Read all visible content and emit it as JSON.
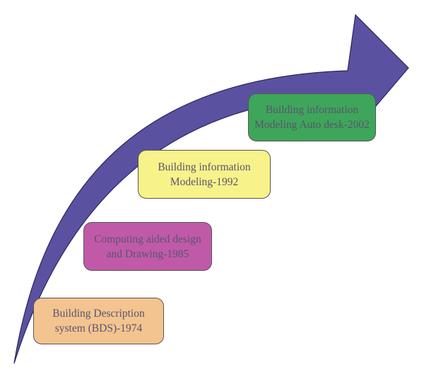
{
  "colors": {
    "arrow_fill": "#5a52a0",
    "arrow_stroke": "#2a2660",
    "box_border": "#555555",
    "text": "#5b5370"
  },
  "milestones": [
    {
      "line1": "Building Description",
      "line2": "system (BDS)-1974",
      "fill": "#f3c48f"
    },
    {
      "line1": "Computing aided design",
      "line2": "and Drawing-1985",
      "fill": "#c05aa8"
    },
    {
      "line1": "Building information",
      "line2": "Modeling-1992",
      "fill": "#f8f28a"
    },
    {
      "line1": "Building information",
      "line2": "Modeling Auto desk-2002",
      "fill": "#3ea65a"
    }
  ]
}
